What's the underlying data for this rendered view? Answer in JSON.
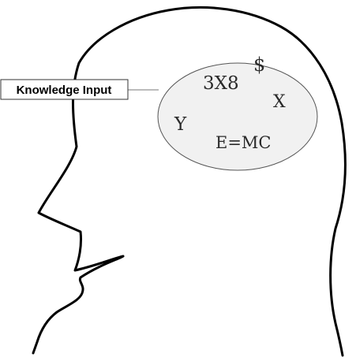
{
  "diagram": {
    "label": "Knowledge Input",
    "symbols": {
      "product": "3X8",
      "dollar": "$",
      "x": "X",
      "y": "Y",
      "equation": "E=MC"
    }
  },
  "colors": {
    "line": "#000000",
    "brain_fill": "#f1f1f1",
    "brain_stroke": "#555555",
    "label_box_stroke": "#333333",
    "connector": "#777777"
  }
}
